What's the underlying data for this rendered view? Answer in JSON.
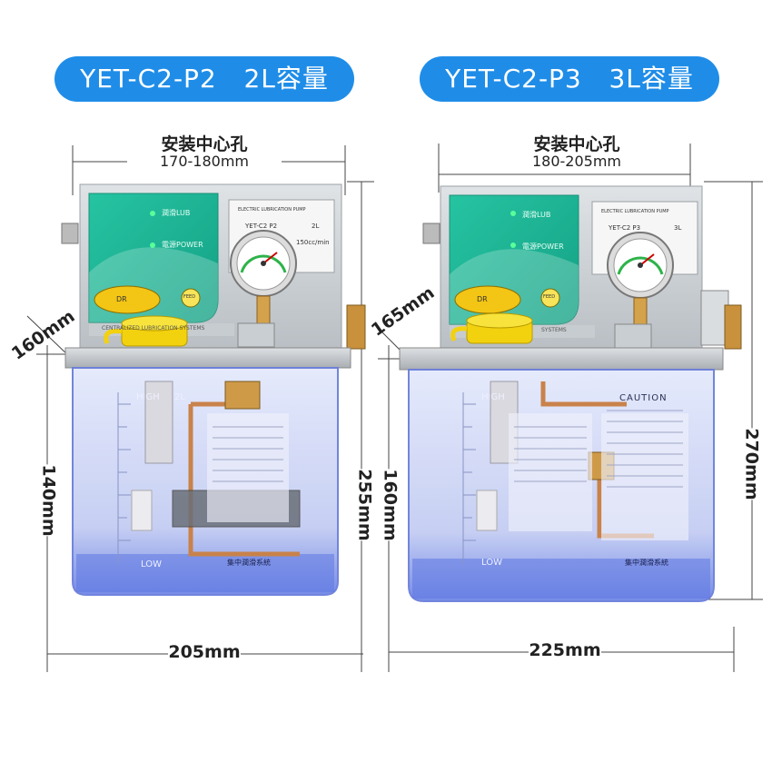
{
  "models": [
    {
      "title": "YET-C2-P2   2L容量",
      "hole_label": "安装中心孔",
      "hole_range": "170-180mm",
      "depth": "160mm",
      "tank_height": "140mm",
      "total_height": "255mm",
      "width": "205mm",
      "plate_model": "YET-C2 P2",
      "plate_capacity": "2L",
      "plate_flow": "150cc/min",
      "plate_brand": "ELECTRIC LUBRICATION PUMP",
      "tank_high": "HIGH",
      "tank_high_cap": "2L",
      "tank_low": "LOW",
      "lub_led": "潤滑LUB",
      "power_led": "電源POWER",
      "feed_btn": "FEED",
      "logo": "DR",
      "bottom_brand": "集中潤滑系統",
      "strip_text": "CENTRALIZED LUBRICATION SYSTEMS"
    },
    {
      "title": "YET-C2-P3   3L容量",
      "hole_label": "安装中心孔",
      "hole_range": "180-205mm",
      "depth": "165mm",
      "tank_height": "160mm",
      "total_height": "270mm",
      "width": "225mm",
      "plate_model": "YET-C2 P3",
      "plate_capacity": "3L",
      "plate_brand": "ELECTRIC LUBRICATION PUMP",
      "tank_high": "HIGH",
      "tank_low": "LOW",
      "caution": "CAUTION",
      "lub_led": "潤滑LUB",
      "power_led": "電源POWER",
      "feed_btn": "FEED",
      "logo": "DR",
      "bottom_brand": "集中潤滑系統",
      "strip_text": "SYSTEMS"
    }
  ],
  "colors": {
    "pill": "#1f8de8",
    "panel_green": "#1fb597",
    "tank_blue": "#7a8fe8",
    "cap_yellow": "#f2d10f",
    "copper": "#c9824a"
  }
}
